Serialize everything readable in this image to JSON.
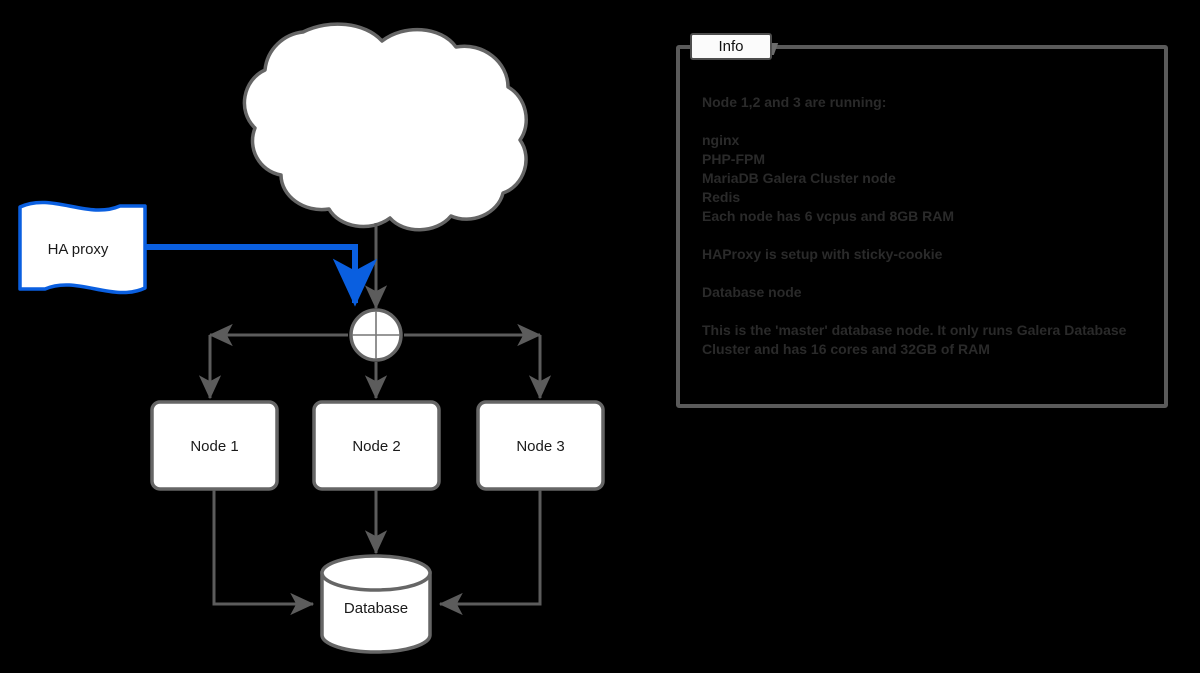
{
  "diagram": {
    "cloud": {
      "label": ""
    },
    "ha_proxy": {
      "label": "HA proxy",
      "accent_color": "#0a5fe0"
    },
    "hub": {
      "label": ""
    },
    "nodes": [
      {
        "label": "Node 1"
      },
      {
        "label": "Node 2"
      },
      {
        "label": "Node 3"
      }
    ],
    "database": {
      "label": "Database"
    },
    "stroke_color": "#666666",
    "fill_color": "#ffffff"
  },
  "info_panel": {
    "tab_label": "Info",
    "heading": "Node 1,2 and 3 are running:",
    "services": [
      "nginx",
      "PHP-FPM",
      "MariaDB Galera Cluster node",
      "Redis",
      "Each node has 6 vcpus and 8GB RAM"
    ],
    "proxy_note": "HAProxy is setup with sticky-cookie",
    "database_heading": "Database node",
    "database_note_line1": "This is the 'master' database node. It only runs Galera Database",
    "database_note_line2": "Cluster and has 16 cores and 32GB of RAM",
    "text_color": "#2a2a2a",
    "border_color": "#5a5a5a",
    "background_color": "#000000"
  }
}
